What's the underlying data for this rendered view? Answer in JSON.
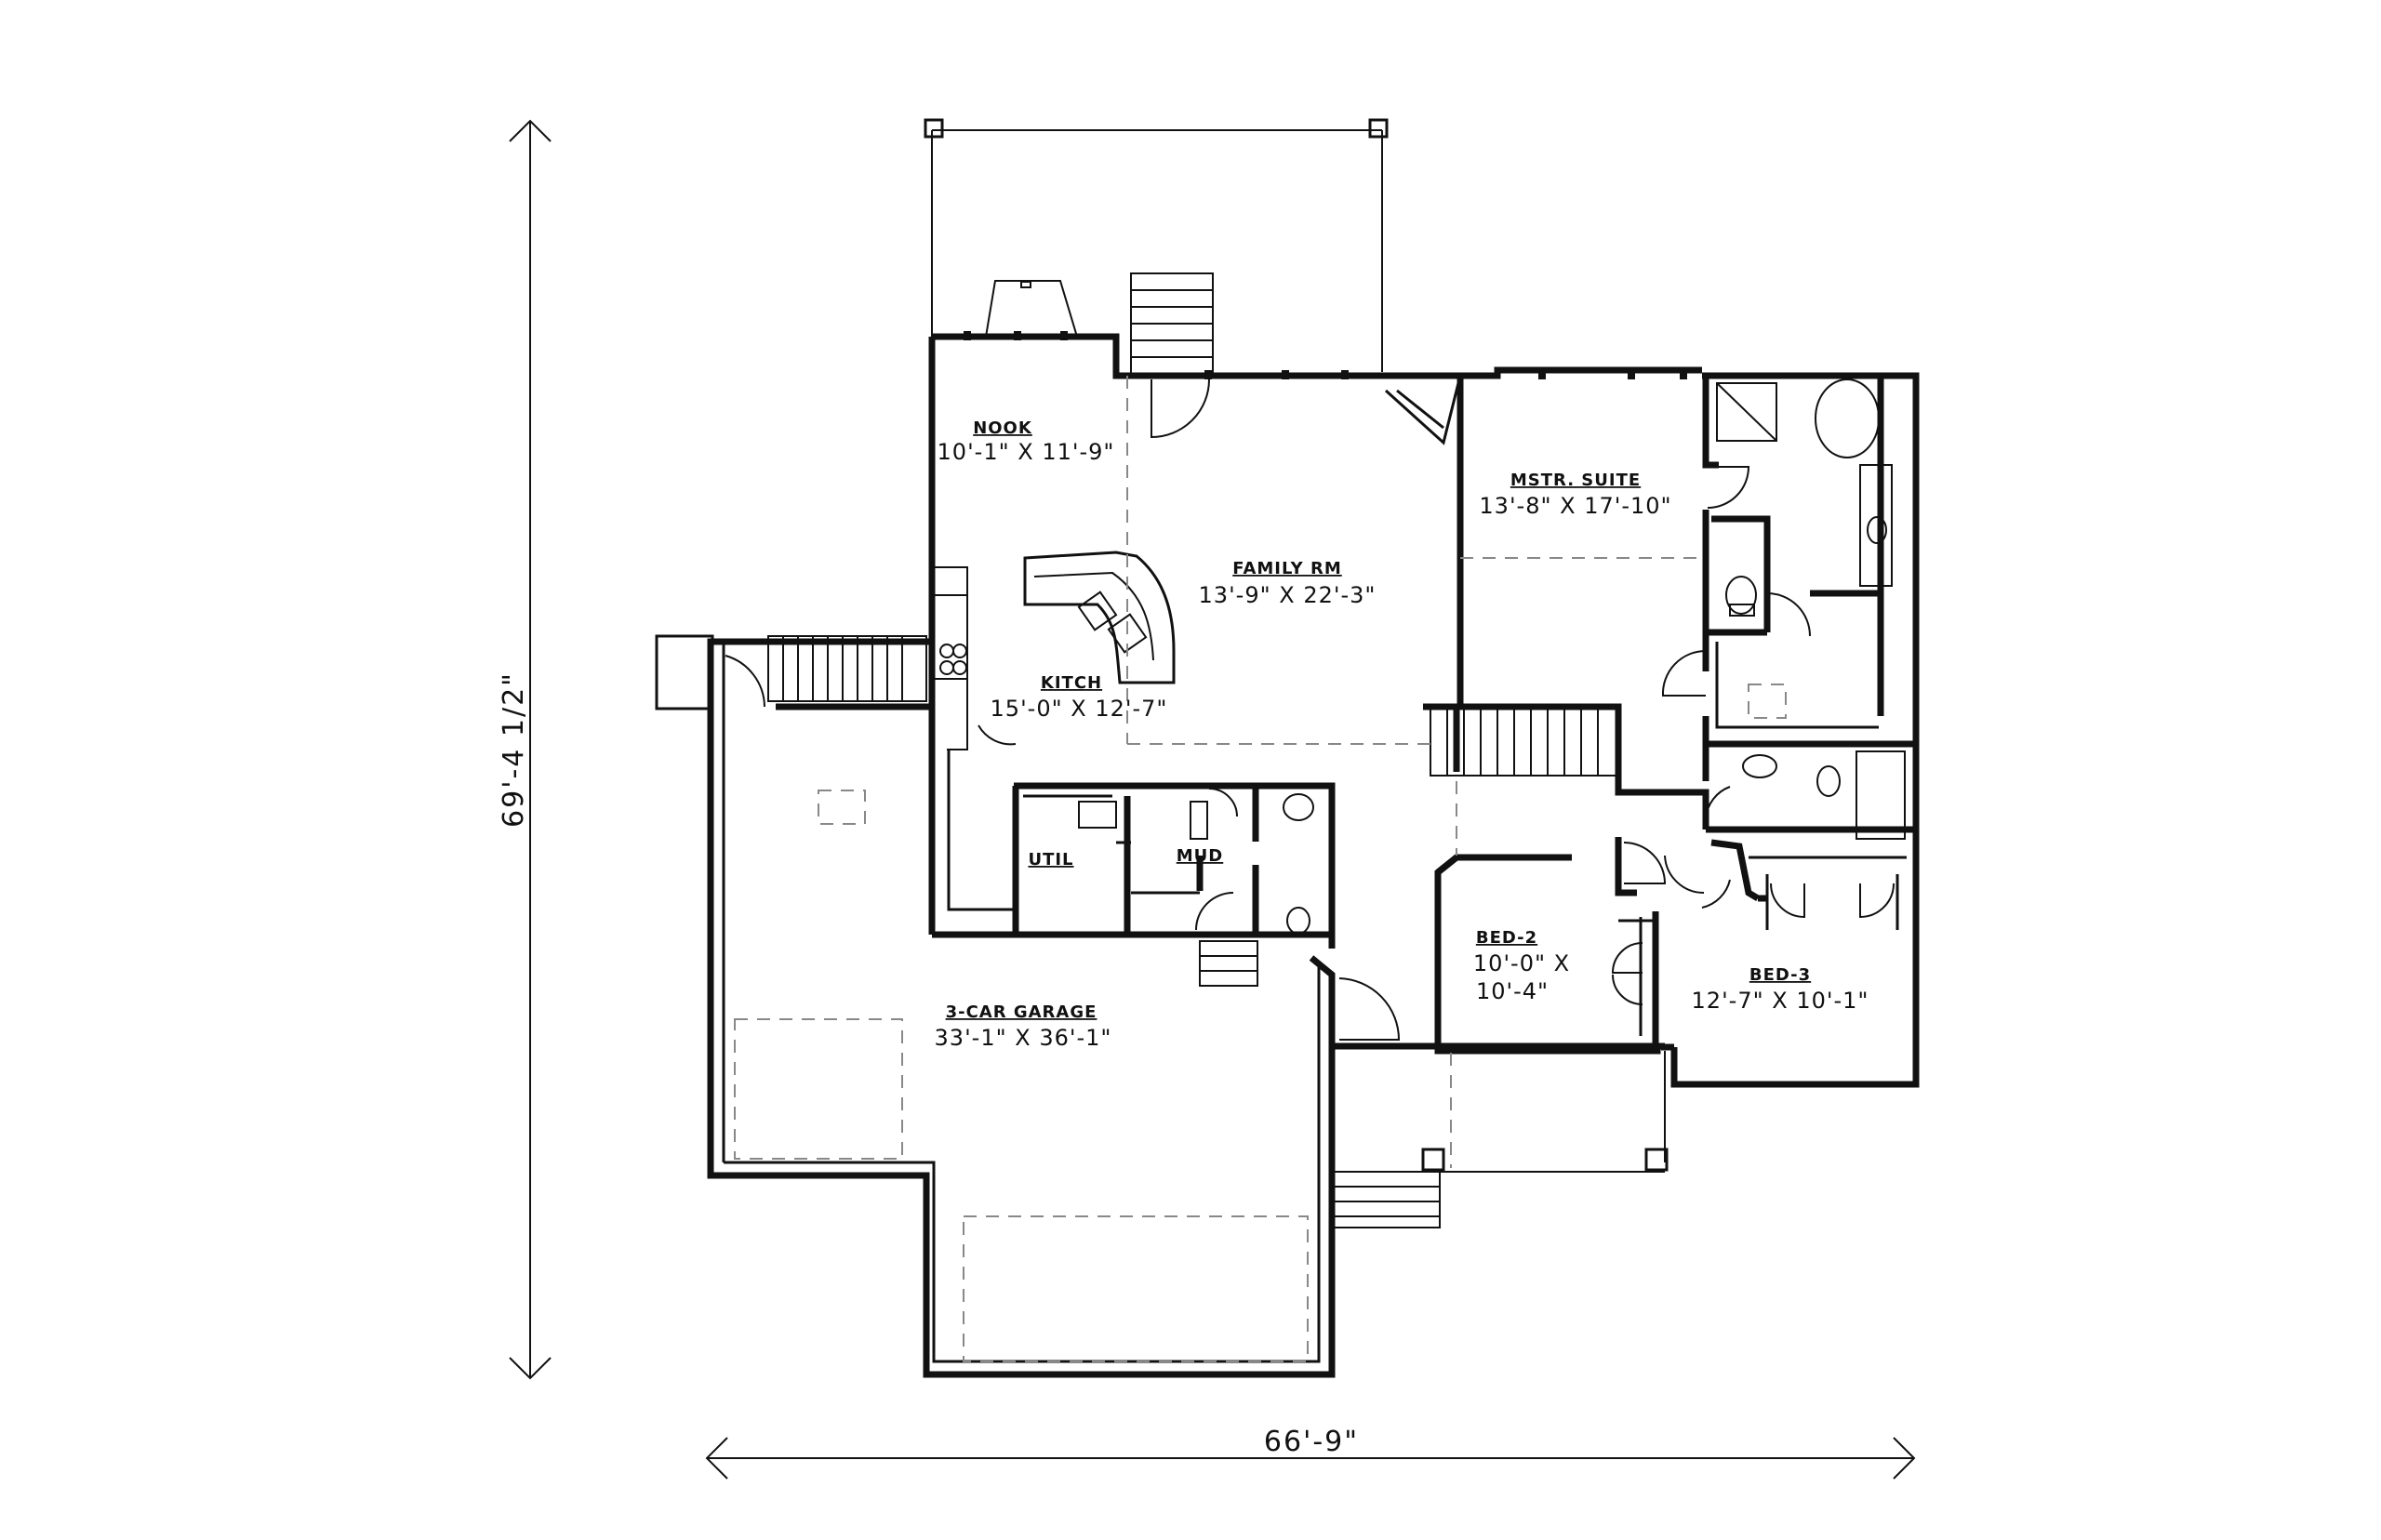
{
  "overall_dims": {
    "width": "66'-9\"",
    "depth": "69'-4 1/2\""
  },
  "rooms": {
    "nook": {
      "name": "NOOK",
      "dims": "10'-1\" X 11'-9\""
    },
    "family": {
      "name": "FAMILY RM",
      "dims": "13'-9\" X 22'-3\""
    },
    "mstr": {
      "name": "MSTR. SUITE",
      "dims": "13'-8\" X 17'-10\""
    },
    "kitch": {
      "name": "KITCH",
      "dims": "15'-0\" X 12'-7\""
    },
    "util": {
      "name": "UTIL"
    },
    "mud": {
      "name": "MUD"
    },
    "garage": {
      "name": "3-CAR GARAGE",
      "dims": "33'-1\" X 36'-1\""
    },
    "bed2": {
      "name": "BED-2",
      "dims_line1": "10'-0\" X",
      "dims_line2": "10'-4\""
    },
    "bed3": {
      "name": "BED-3",
      "dims": "12'-7\" X 10'-1\""
    }
  }
}
